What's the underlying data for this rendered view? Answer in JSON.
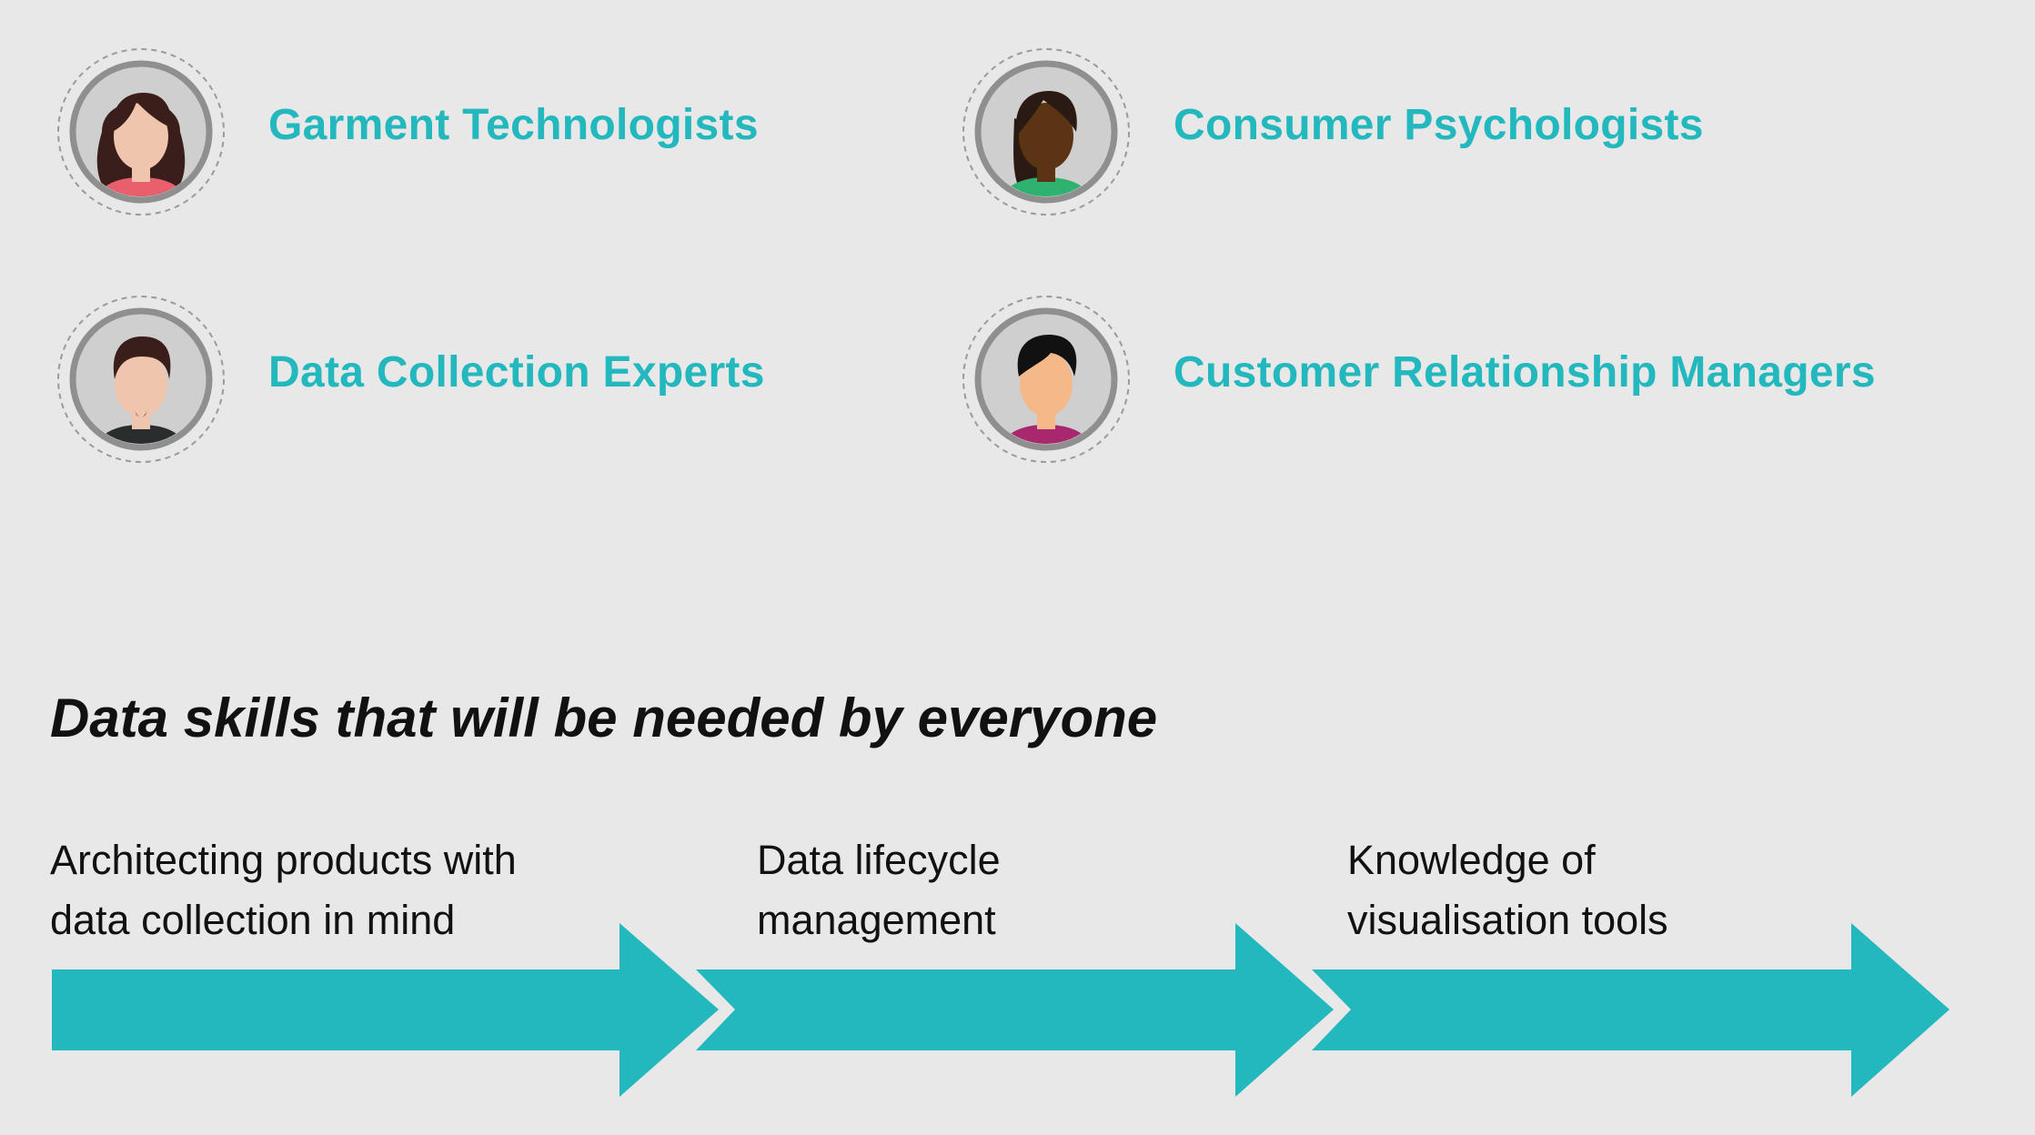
{
  "roles": [
    {
      "label": "Garment Technologists",
      "avatar": "woman-avatar-icon",
      "shirt_color": "#e8606b"
    },
    {
      "label": "Consumer Psychologists",
      "avatar": "woman-avatar-icon",
      "shirt_color": "#2fb26f"
    },
    {
      "label": "Data Collection Experts",
      "avatar": "man-avatar-icon",
      "shirt_color": "#2a2d2e"
    },
    {
      "label": "Customer Relationship Managers",
      "avatar": "man-avatar-icon",
      "shirt_color": "#a8286e"
    }
  ],
  "skills": {
    "heading": "Data skills that will be needed by everyone",
    "steps": [
      {
        "line1": "Architecting products with",
        "line2": "data collection in mind"
      },
      {
        "line1": "Data lifecycle",
        "line2": "management"
      },
      {
        "line1": "Knowledge of",
        "line2": "visualisation tools"
      }
    ]
  },
  "colors": {
    "accent": "#22b8bd",
    "background": "#e7e8e7",
    "text": "#111111"
  }
}
